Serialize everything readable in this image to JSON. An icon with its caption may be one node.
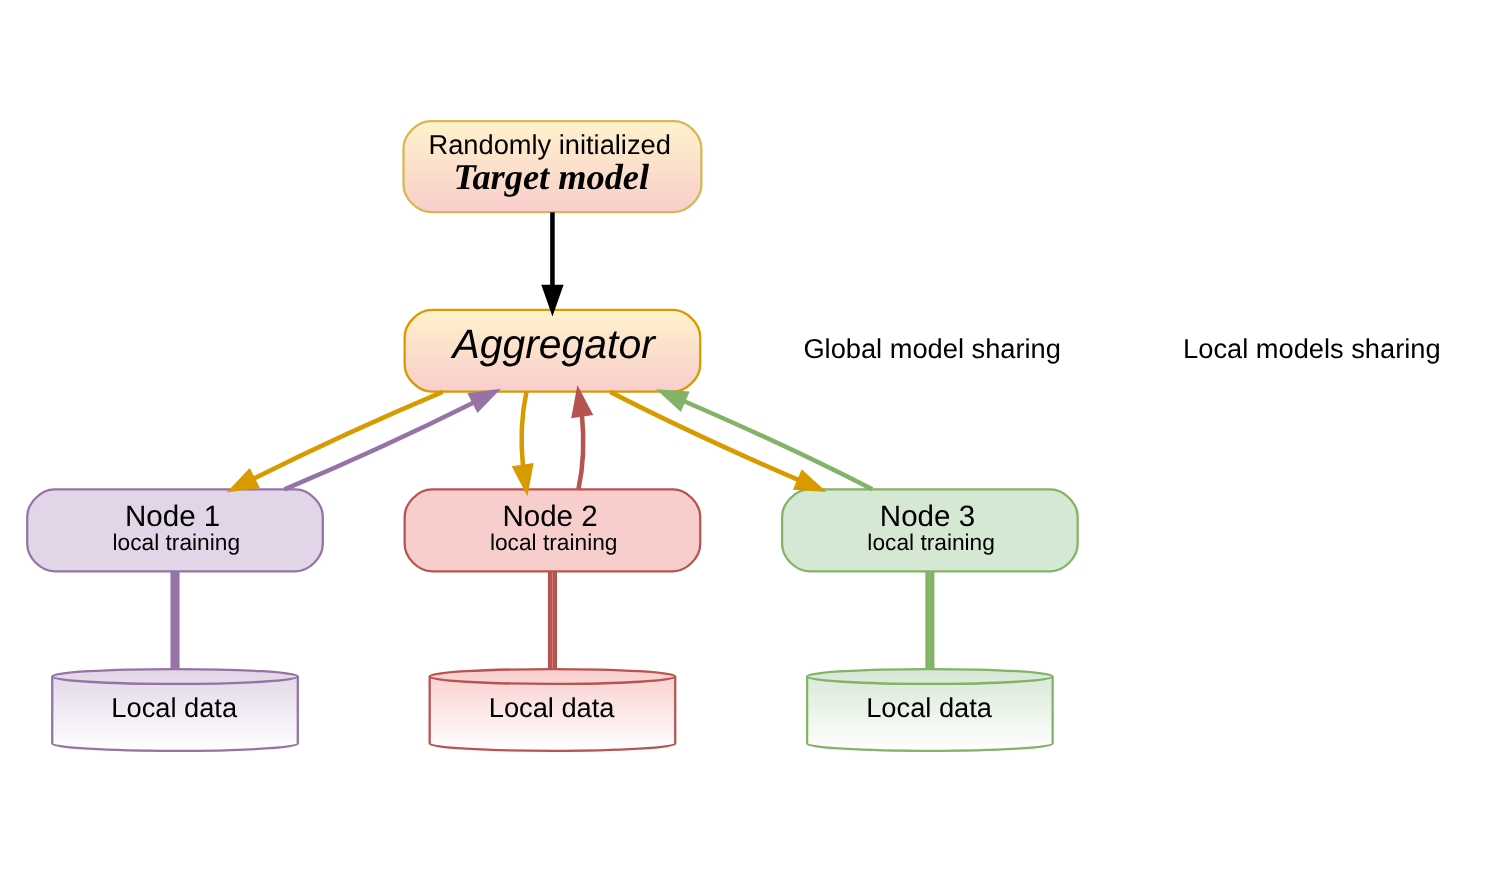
{
  "diagram": {
    "nodes": [
      {
        "text": [
          "Randomly initialized",
          "Target model"
        ]
      },
      {
        "text": [
          "Aggregator"
        ]
      },
      {
        "text": [
          "Node 1",
          "local training"
        ]
      },
      {
        "text": [
          "Node 2",
          "local training"
        ]
      },
      {
        "text": [
          "Node 3",
          "local training"
        ]
      },
      {
        "text": [
          "Local data"
        ]
      },
      {
        "text": [
          "Local data"
        ]
      },
      {
        "text": [
          "Local data"
        ]
      }
    ],
    "edges": [
      {
        "from": 0,
        "to": 1,
        "arrow": "to",
        "color": "#000000"
      },
      {
        "from": 1,
        "to": 2,
        "arrow": "to",
        "color": "#d79b00"
      },
      {
        "from": 2,
        "to": 1,
        "arrow": "to",
        "color": "#9673a6"
      },
      {
        "from": 1,
        "to": 3,
        "arrow": "to",
        "color": "#d79b00"
      },
      {
        "from": 3,
        "to": 1,
        "arrow": "to",
        "color": "#b85450"
      },
      {
        "from": 1,
        "to": 4,
        "arrow": "to",
        "color": "#d79b00"
      },
      {
        "from": 4,
        "to": 1,
        "arrow": "to",
        "color": "#82b366"
      },
      {
        "from": 2,
        "to": 5,
        "arrow": "none",
        "color": "#9673a6"
      },
      {
        "from": 3,
        "to": 6,
        "arrow": "none",
        "color": "#b85450"
      },
      {
        "from": 4,
        "to": 7,
        "arrow": "none",
        "color": "#82b366"
      }
    ],
    "legend": [
      {
        "text": "Global model sharing"
      },
      {
        "text": "Local models sharing"
      }
    ]
  }
}
